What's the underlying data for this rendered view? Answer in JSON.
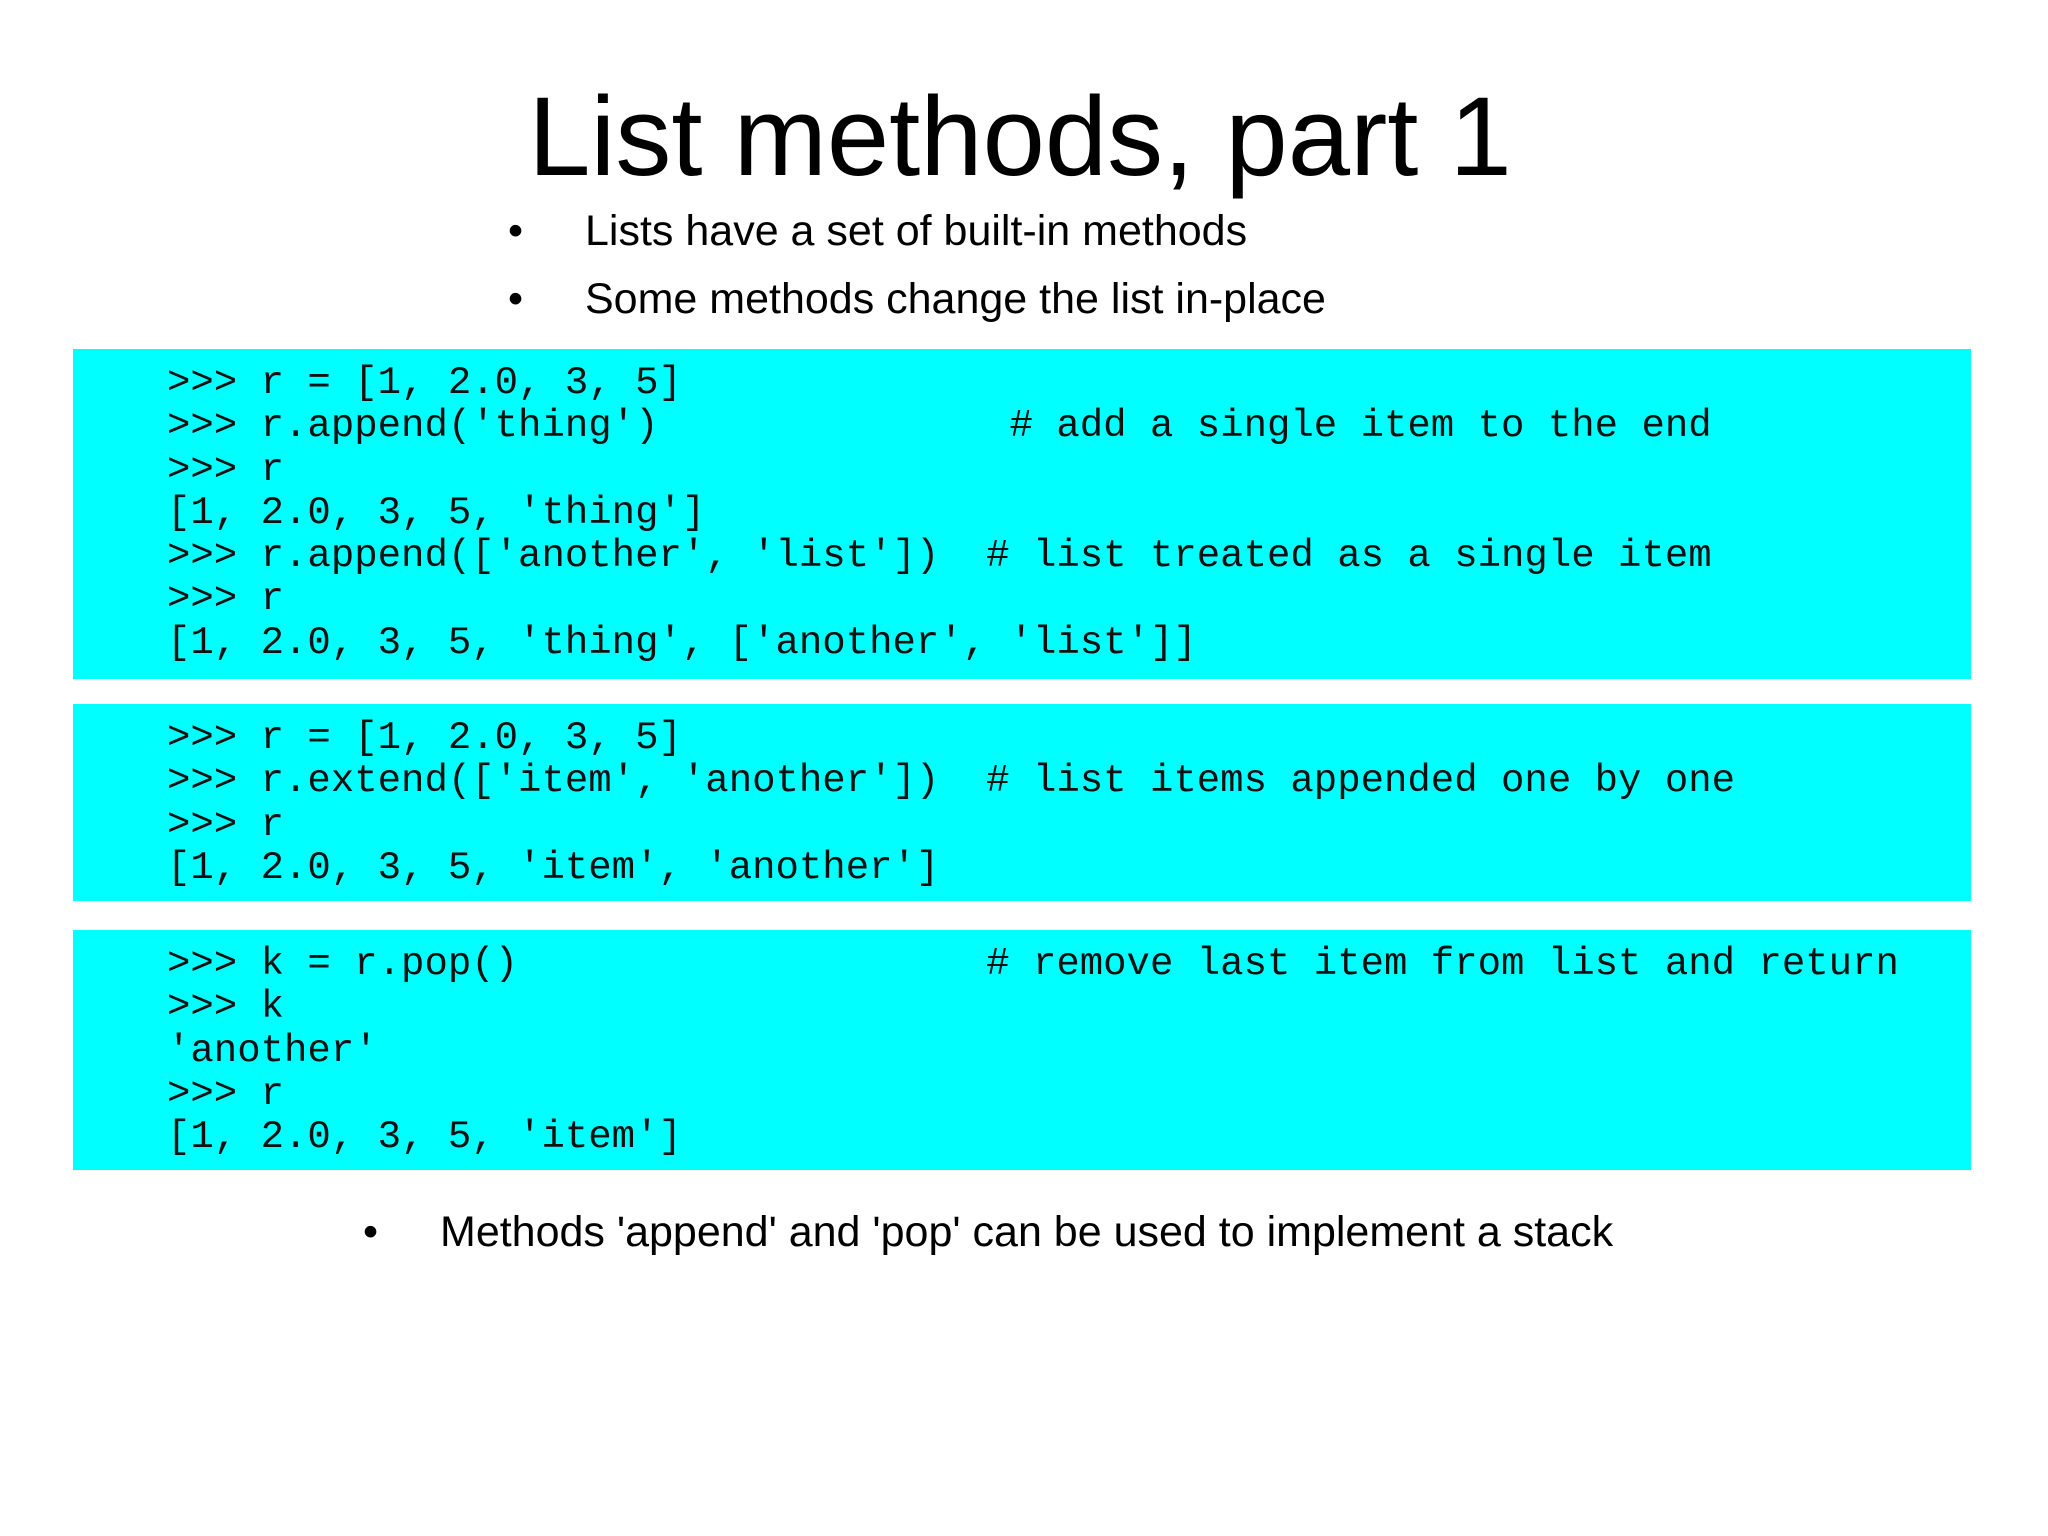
{
  "slide": {
    "title": "List methods, part 1",
    "bullets_top": [
      "Lists have a set of built-in methods",
      "Some methods change the list in-place"
    ],
    "code_blocks": [
      {
        "lines": [
          ">>> r = [1, 2.0, 3, 5]",
          ">>> r.append('thing')               # add a single item to the end",
          ">>> r",
          "[1, 2.0, 3, 5, 'thing']",
          ">>> r.append(['another', 'list'])  # list treated as a single item",
          ">>> r",
          "[1, 2.0, 3, 5, 'thing', ['another', 'list']]"
        ]
      },
      {
        "lines": [
          ">>> r = [1, 2.0, 3, 5]",
          ">>> r.extend(['item', 'another'])  # list items appended one by one",
          ">>> r",
          "[1, 2.0, 3, 5, 'item', 'another']"
        ]
      },
      {
        "lines": [
          ">>> k = r.pop()                    # remove last item from list and return",
          ">>> k",
          "'another'",
          ">>> r",
          "[1, 2.0, 3, 5, 'item']"
        ]
      }
    ],
    "bullet_bottom": "Methods 'append' and 'pop' can be used to implement a stack",
    "bullet_char": "•",
    "code_background": "#00ffff"
  }
}
